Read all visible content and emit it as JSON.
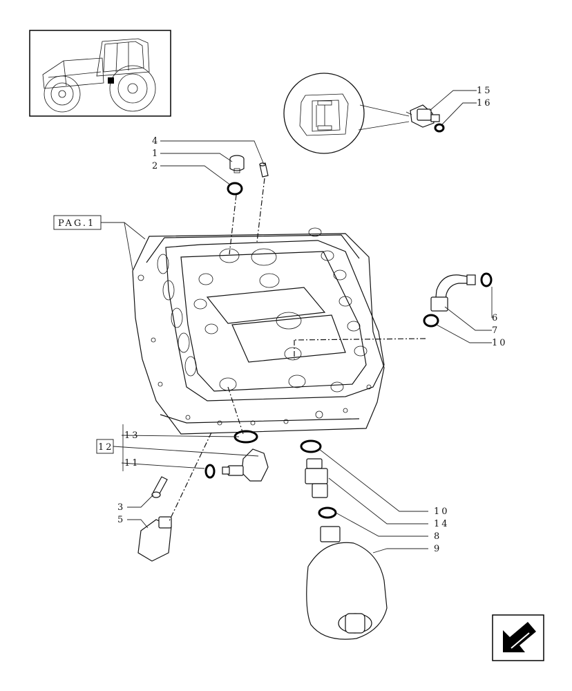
{
  "callouts": {
    "c1": "1",
    "c2": "2",
    "c3": "3",
    "c4": "4",
    "c5": "5",
    "c6": "6",
    "c7": "7",
    "c8": "8",
    "c9": "9",
    "c10a": "10",
    "c10b": "10",
    "c11": "11",
    "c12": "12",
    "c13": "13",
    "c14": "14",
    "c15": "15",
    "c16": "16"
  },
  "page_ref": "PAG.1",
  "icons": {
    "thumbnail": "tractor-thumbnail-icon",
    "nav": "next-page-arrow-icon"
  }
}
